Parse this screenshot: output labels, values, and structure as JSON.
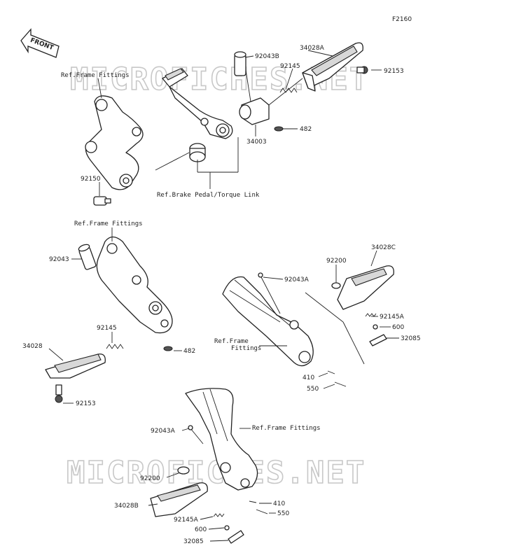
{
  "figure_code": "F2160",
  "front_label": "FRONT",
  "watermark": "MICROFICHES.NET",
  "refs": {
    "frame_fittings_1": "Ref.Frame Fittings",
    "frame_fittings_2": "Ref.Frame Fittings",
    "frame_fittings_3_line1": "Ref.Frame",
    "frame_fittings_3_line2": "Fittings",
    "frame_fittings_4": "Ref.Frame Fittings",
    "brake_pedal": "Ref.Brake Pedal/Torque Link"
  },
  "parts": {
    "p92043B": "92043B",
    "p34028A": "34028A",
    "p92145_top": "92145",
    "p92153_top": "92153",
    "p482_top": "482",
    "p34003": "34003",
    "p92150": "92150",
    "p92043": "92043",
    "p92145_left": "92145",
    "p482_left": "482",
    "p34028": "34028",
    "p92153_left": "92153",
    "p34028C": "34028C",
    "p92200_right": "92200",
    "p92043A_right": "92043A",
    "p92145A_right": "92145A",
    "p600_right": "600",
    "p32085_right": "32085",
    "p410_right": "410",
    "p550_right": "550",
    "p92043A_bottom": "92043A",
    "p92200_bottom": "92200",
    "p34028B": "34028B",
    "p410_bottom": "410",
    "p550_bottom": "550",
    "p92145A_bottom": "92145A",
    "p600_bottom": "600",
    "p32085_bottom": "32085"
  }
}
